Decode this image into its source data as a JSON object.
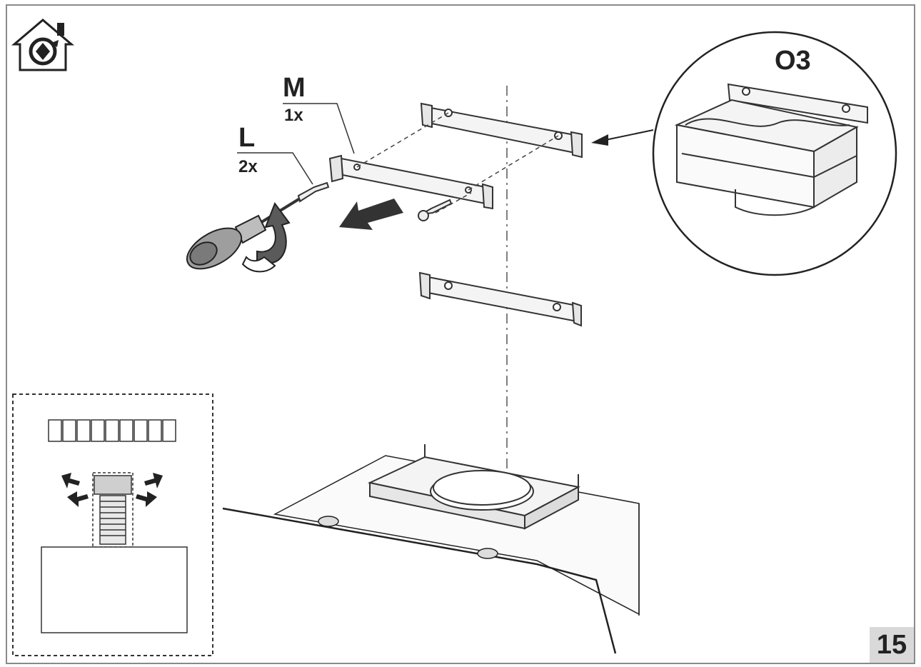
{
  "labels": {
    "m_code": "M",
    "m_qty": "1x",
    "l_code": "L",
    "l_qty": "2x",
    "detail_code": "O3"
  },
  "page_number": "15",
  "icons": [
    "recirculation-mode-icon",
    "screwdriver-icon",
    "rotation-arrow-icon",
    "direction-arrow-icon",
    "charcoal-filter-icon",
    "fan-motor-icon"
  ],
  "colors": {
    "line": "#333333",
    "frame": "#8a8a8a",
    "page_number_bg": "#d9d9d9",
    "fill_light": "#f2f2f2",
    "fill_dark": "#bdbdbd"
  }
}
